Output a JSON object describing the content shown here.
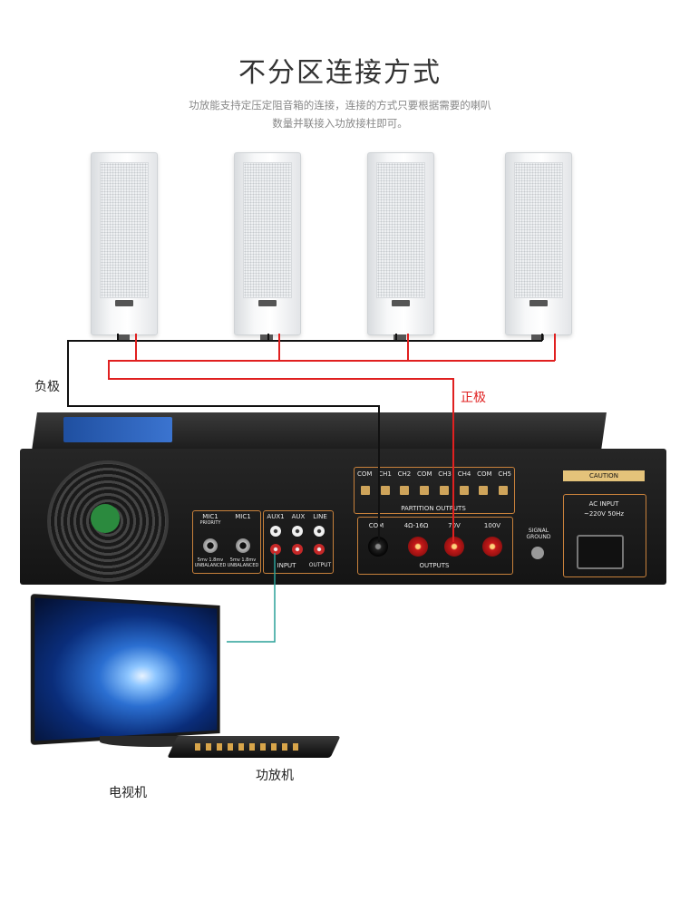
{
  "title": "不分区连接方式",
  "subtitle_lines": [
    "功放能支持定压定阻音箱的连接，连接的方式只要根据需要的喇叭",
    "数量并联接入功放接柱即可。"
  ],
  "labels": {
    "negative": "负极",
    "positive": "正极",
    "tv": "电视机",
    "amplifier": "功放机"
  },
  "panel": {
    "mic1_priority": "MIC1",
    "mic1_priority_sub": "PRIORITY",
    "mic1": "MIC1",
    "mic_spec_1": "5mv 1.8mv UNBALANCED",
    "mic_spec_2": "5mv 1.8mv UNBALANCED",
    "aux1": "AUX1",
    "aux": "AUX",
    "line": "LINE",
    "input": "INPUT",
    "output": "OUTPUT",
    "zones": [
      "COM",
      "CH1",
      "CH2",
      "COM",
      "CH3",
      "CH4",
      "COM",
      "CH5"
    ],
    "partition_outputs": "PARTITION OUTPUTS",
    "outputs": [
      "COM",
      "4Ω-16Ω",
      "70V",
      "100V"
    ],
    "outputs_label": "OUTPUTS",
    "signal_ground": "SIGNAL GROUND",
    "caution": "CAUTION",
    "ac_input": "AC INPUT",
    "ac_spec": "~220V 50Hz"
  },
  "colors": {
    "wire_red": "#e02020",
    "wire_black": "#111111",
    "wire_teal": "#2aa198",
    "panel_accent": "#c8813b"
  }
}
